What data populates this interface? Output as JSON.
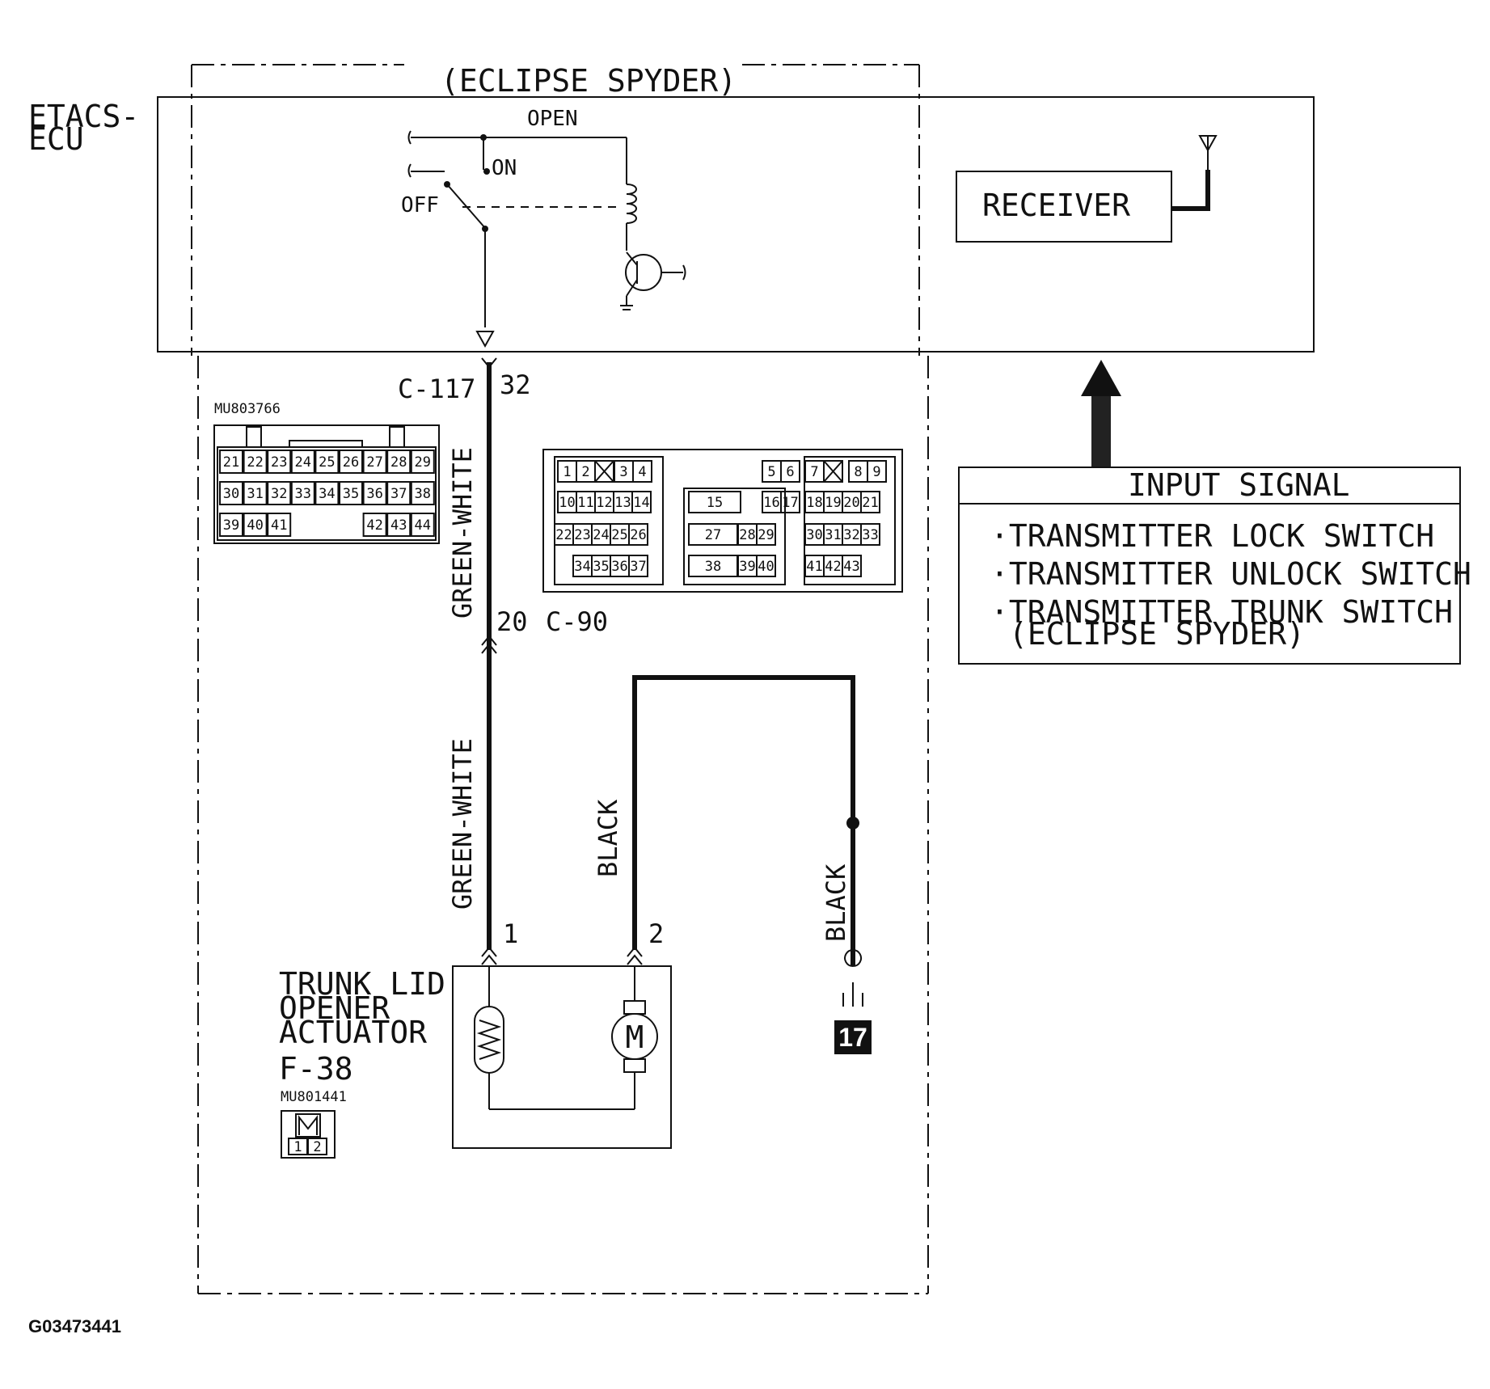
{
  "header": {
    "variant": "(ECLIPSE SPYDER)"
  },
  "ecu": {
    "name_line1": "ETACS-",
    "name_line2": "ECU",
    "switch_open": "OPEN",
    "switch_on": "ON",
    "switch_off": "OFF",
    "receiver": "RECEIVER"
  },
  "connectors": {
    "c117": {
      "id": "C-117",
      "pin": "32"
    },
    "c90": {
      "id": "C-90",
      "pin": "20"
    },
    "c117_part": "MU803766",
    "f38_part": "MU801441",
    "c117_pins": [
      "21",
      "22",
      "23",
      "24",
      "25",
      "26",
      "27",
      "28",
      "29",
      "30",
      "31",
      "32",
      "33",
      "34",
      "35",
      "36",
      "37",
      "38",
      "39",
      "40",
      "41",
      "42",
      "43",
      "44"
    ],
    "c90_pins": [
      "1",
      "2",
      "3",
      "4",
      "5",
      "6",
      "7",
      "8",
      "9",
      "10",
      "11",
      "12",
      "13",
      "14",
      "15",
      "16",
      "17",
      "18",
      "19",
      "20",
      "21",
      "22",
      "23",
      "24",
      "25",
      "26",
      "27",
      "28",
      "29",
      "30",
      "31",
      "32",
      "33",
      "34",
      "35",
      "36",
      "37",
      "38",
      "39",
      "40",
      "41",
      "42",
      "43"
    ],
    "f38_pins": [
      "1",
      "2"
    ]
  },
  "wires": {
    "green_white_upper": "GREEN-WHITE",
    "green_white_lower": "GREEN-WHITE",
    "black_actuator": "BLACK",
    "black_ground": "BLACK"
  },
  "actuator": {
    "line1": "TRUNK LID",
    "line2": "OPENER",
    "line3": "ACTUATOR",
    "connector": "F-38",
    "pin1": "1",
    "pin2": "2",
    "motor_symbol": "M"
  },
  "ground": {
    "number": "17"
  },
  "input_signal": {
    "title": "INPUT SIGNAL",
    "items": [
      "·TRANSMITTER LOCK SWITCH",
      "·TRANSMITTER UNLOCK SWITCH",
      "·TRANSMITTER TRUNK SWITCH"
    ],
    "item_sub": "(ECLIPSE SPYDER)"
  },
  "figure_id": "G03473441"
}
